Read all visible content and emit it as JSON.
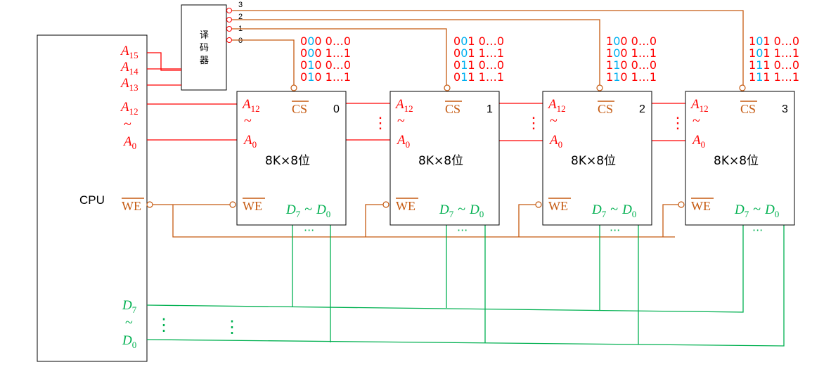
{
  "colors": {
    "address_line": "#ff0000",
    "control_line": "#c55a11",
    "data_line": "#00b050",
    "addr_text": "#ff0000",
    "addr_highlight": "#00b0f0",
    "box": "#000000"
  },
  "cpu": {
    "label": "CPU",
    "a15": {
      "base": "A",
      "sub": "15"
    },
    "a14": {
      "base": "A",
      "sub": "14"
    },
    "a13": {
      "base": "A",
      "sub": "13"
    },
    "a12": {
      "base": "A",
      "sub": "12"
    },
    "tilde": "~",
    "a0": {
      "base": "A",
      "sub": "0"
    },
    "we": "WE",
    "d7": {
      "base": "D",
      "sub": "7"
    },
    "d0": {
      "base": "D",
      "sub": "0"
    }
  },
  "decoder": {
    "label_chars": [
      "译",
      "码",
      "器"
    ],
    "outputs": [
      "3",
      "2",
      "1",
      "0"
    ]
  },
  "chips": [
    {
      "index": "0",
      "a12": {
        "base": "A",
        "sub": "12"
      },
      "a0": {
        "base": "A",
        "sub": "0"
      },
      "tilde": "~",
      "cs": "CS",
      "we": "WE",
      "capacity": "8K×8位",
      "data": {
        "d7": "D",
        "d7sub": "7",
        "sep": "~",
        "d0": "D",
        "d0sub": "0"
      },
      "ellipsis": "···",
      "ranges": [
        [
          {
            "t": "0",
            "h": false
          },
          {
            "t": "0",
            "h": true
          },
          {
            "t": "0 0…0",
            "h": false
          }
        ],
        [
          {
            "t": "0",
            "h": false
          },
          {
            "t": "0",
            "h": true
          },
          {
            "t": "0 1…1",
            "h": false
          }
        ],
        [
          {
            "t": "0",
            "h": false
          },
          {
            "t": "1",
            "h": true
          },
          {
            "t": "0 0…0",
            "h": false
          }
        ],
        [
          {
            "t": "0",
            "h": false
          },
          {
            "t": "1",
            "h": true
          },
          {
            "t": "0 1…1",
            "h": false
          }
        ]
      ]
    },
    {
      "index": "1",
      "a12": {
        "base": "A",
        "sub": "12"
      },
      "a0": {
        "base": "A",
        "sub": "0"
      },
      "tilde": "~",
      "cs": "CS",
      "we": "WE",
      "capacity": "8K×8位",
      "data": {
        "d7": "D",
        "d7sub": "7",
        "sep": "~",
        "d0": "D",
        "d0sub": "0"
      },
      "ellipsis": "···",
      "ranges": [
        [
          {
            "t": "0",
            "h": false
          },
          {
            "t": "0",
            "h": true
          },
          {
            "t": "1 0…0",
            "h": false
          }
        ],
        [
          {
            "t": "0",
            "h": false
          },
          {
            "t": "0",
            "h": true
          },
          {
            "t": "1 1…1",
            "h": false
          }
        ],
        [
          {
            "t": "0",
            "h": false
          },
          {
            "t": "1",
            "h": true
          },
          {
            "t": "1 0…0",
            "h": false
          }
        ],
        [
          {
            "t": "0",
            "h": false
          },
          {
            "t": "1",
            "h": true
          },
          {
            "t": "1 1…1",
            "h": false
          }
        ]
      ]
    },
    {
      "index": "2",
      "a12": {
        "base": "A",
        "sub": "12"
      },
      "a0": {
        "base": "A",
        "sub": "0"
      },
      "tilde": "~",
      "cs": "CS",
      "we": "WE",
      "capacity": "8K×8位",
      "data": {
        "d7": "D",
        "d7sub": "7",
        "sep": "~",
        "d0": "D",
        "d0sub": "0"
      },
      "ellipsis": "···",
      "ranges": [
        [
          {
            "t": "1",
            "h": false
          },
          {
            "t": "0",
            "h": true
          },
          {
            "t": "0 0…0",
            "h": false
          }
        ],
        [
          {
            "t": "1",
            "h": false
          },
          {
            "t": "0",
            "h": true
          },
          {
            "t": "0 1…1",
            "h": false
          }
        ],
        [
          {
            "t": "1",
            "h": false
          },
          {
            "t": "1",
            "h": true
          },
          {
            "t": "0 0…0",
            "h": false
          }
        ],
        [
          {
            "t": "1",
            "h": false
          },
          {
            "t": "1",
            "h": true
          },
          {
            "t": "0 1…1",
            "h": false
          }
        ]
      ]
    },
    {
      "index": "3",
      "a12": {
        "base": "A",
        "sub": "12"
      },
      "a0": {
        "base": "A",
        "sub": "0"
      },
      "tilde": "~",
      "cs": "CS",
      "we": "WE",
      "capacity": "8K×8位",
      "data": {
        "d7": "D",
        "d7sub": "7",
        "sep": "~",
        "d0": "D",
        "d0sub": "0"
      },
      "ellipsis": "···",
      "ranges": [
        [
          {
            "t": "1",
            "h": false
          },
          {
            "t": "0",
            "h": true
          },
          {
            "t": "1 0…0",
            "h": false
          }
        ],
        [
          {
            "t": "1",
            "h": false
          },
          {
            "t": "0",
            "h": true
          },
          {
            "t": "1 1…1",
            "h": false
          }
        ],
        [
          {
            "t": "1",
            "h": false
          },
          {
            "t": "1",
            "h": true
          },
          {
            "t": "1 0…0",
            "h": false
          }
        ],
        [
          {
            "t": "1",
            "h": false
          },
          {
            "t": "1",
            "h": true
          },
          {
            "t": "1 1…1",
            "h": false
          }
        ]
      ]
    }
  ],
  "bus_dots": "⋮"
}
